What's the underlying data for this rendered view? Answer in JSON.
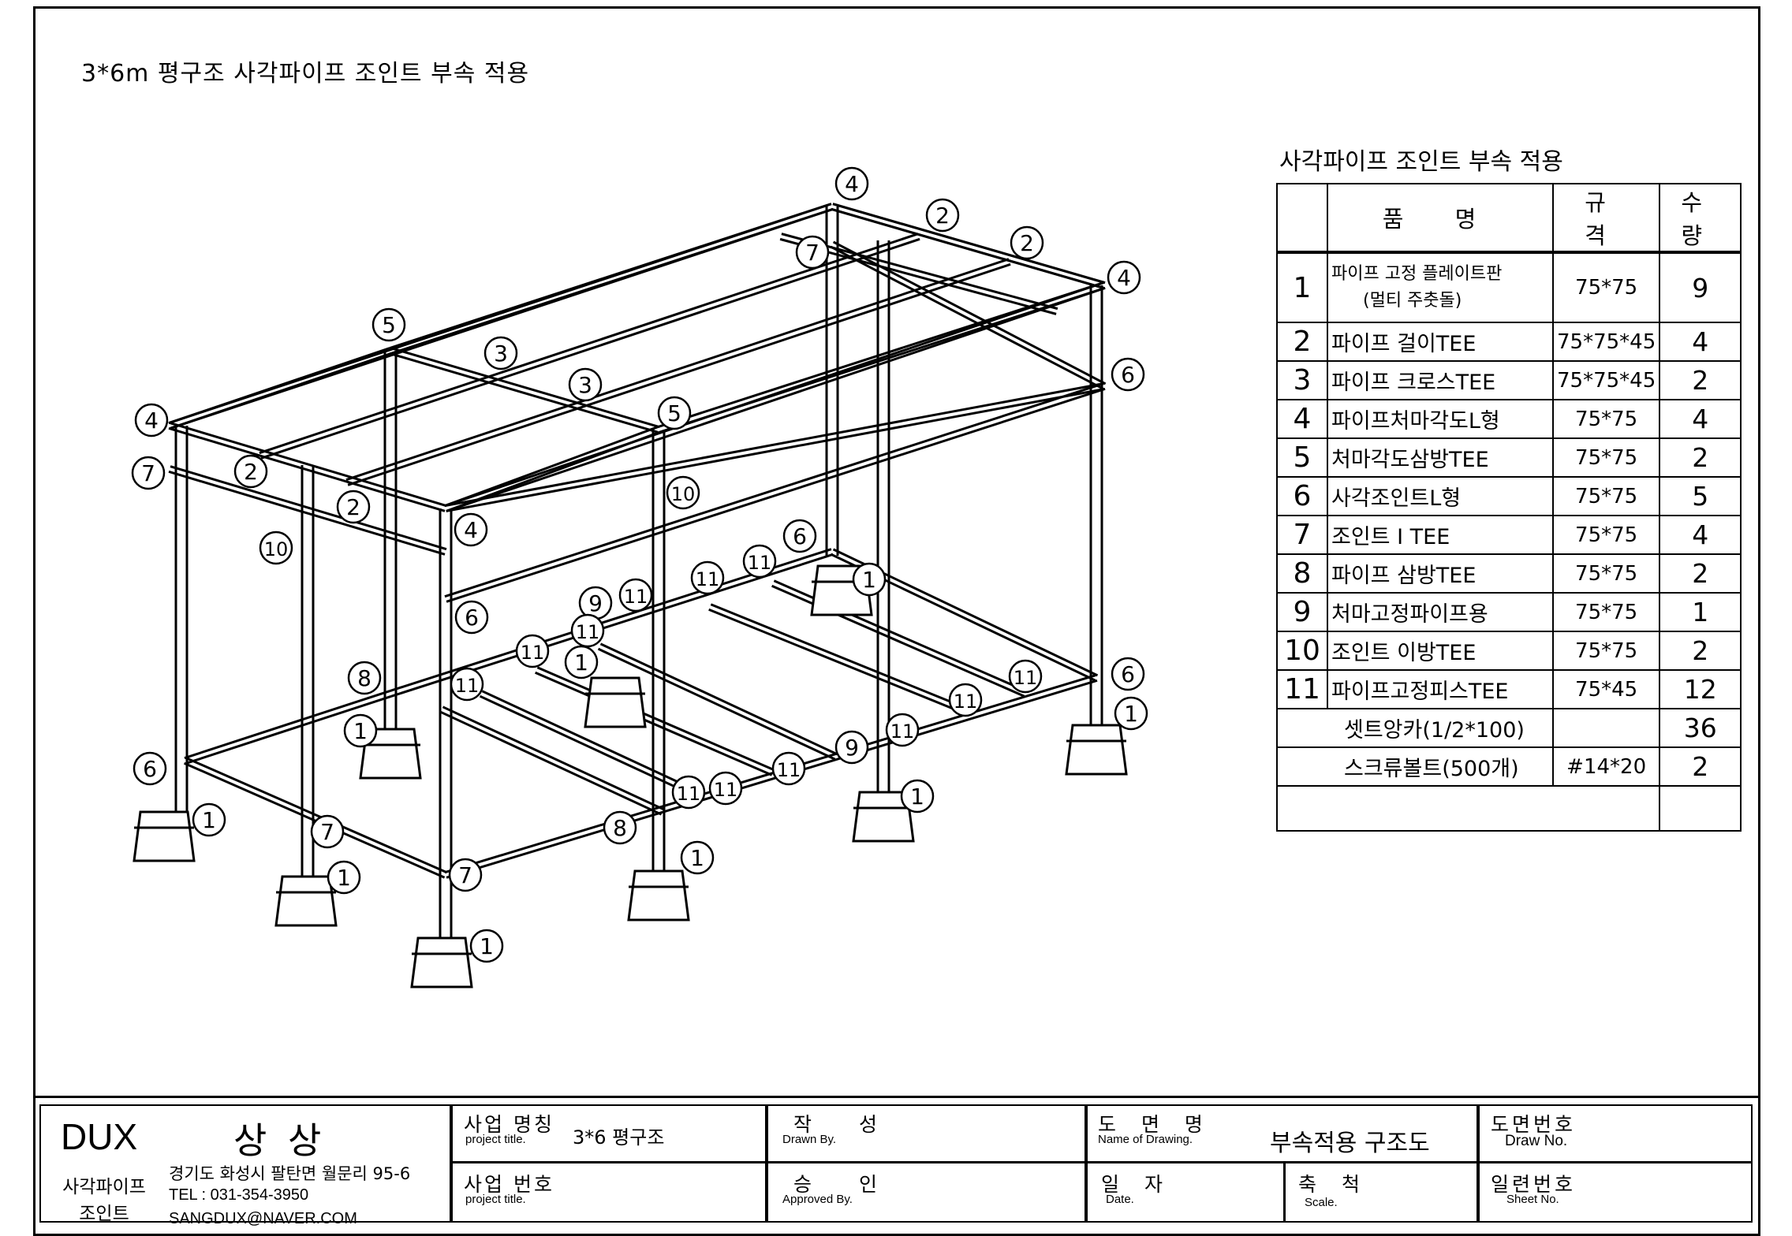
{
  "drawing_title": "3*6m  평구조 사각파이프 조인트 부속 적용",
  "parts_table": {
    "caption": "사각파이프 조인트 부속 적용",
    "headers": {
      "name": "품 명",
      "spec": "규 격",
      "qty": "수 량"
    },
    "rows": [
      {
        "no": "1",
        "name": "파이프 고정 플레이트판",
        "name_sub": "(멀티 주춧돌)",
        "spec": "75*75",
        "qty": "9"
      },
      {
        "no": "2",
        "name": "파이프 걸이TEE",
        "spec": "75*75*45",
        "qty": "4"
      },
      {
        "no": "3",
        "name": "파이프 크로스TEE",
        "spec": "75*75*45",
        "qty": "2"
      },
      {
        "no": "4",
        "name": "파이프처마각도L형",
        "spec": "75*75",
        "qty": "4"
      },
      {
        "no": "5",
        "name": "처마각도삼방TEE",
        "spec": "75*75",
        "qty": "2"
      },
      {
        "no": "6",
        "name": "사각조인트L형",
        "spec": "75*75",
        "qty": "5"
      },
      {
        "no": "7",
        "name": "조인트 I TEE",
        "spec": "75*75",
        "qty": "4"
      },
      {
        "no": "8",
        "name": "파이프 삼방TEE",
        "spec": "75*75",
        "qty": "2"
      },
      {
        "no": "9",
        "name": "처마고정파이프용",
        "spec": "75*75",
        "qty": "1"
      },
      {
        "no": "10",
        "name": "조인트 이방TEE",
        "spec": "75*75",
        "qty": "2"
      },
      {
        "no": "11",
        "name": "파이프고정피스TEE",
        "spec": "75*45",
        "qty": "12"
      }
    ],
    "extra_rows": [
      {
        "name": "셋트앙카(1/2*100)",
        "spec": "",
        "qty": "36"
      },
      {
        "name": "스크류볼트(500개)",
        "spec": "#14*20",
        "qty": "2"
      }
    ]
  },
  "callout_labels": [
    "1",
    "2",
    "3",
    "4",
    "5",
    "6",
    "7",
    "8",
    "9",
    "10",
    "11"
  ],
  "title_block": {
    "company": "DUX",
    "company_kr": "상 상",
    "company_sub": "사각파이프 조인트",
    "address": "경기도 화성시 팔탄면 월문리 95-6",
    "tel": "TEL : 031-354-3950",
    "email": "SANGDUX@NAVER.COM",
    "project_name_label": "사업 명칭",
    "project_name_label_en": "project title.",
    "project_name": "3*6 평구조",
    "project_no_label": "사업 번호",
    "project_no_label_en": "project title.",
    "drawn_label": "작 성",
    "drawn_label_en": "Drawn By.",
    "approved_label": "승 인",
    "approved_label_en": "Approved By.",
    "drawing_name_label": "도 면 명",
    "drawing_name_label_en": "Name of Drawing.",
    "drawing_name": "부속적용 구조도",
    "date_label": "일 자",
    "date_label_en": "Date.",
    "scale_label": "축 척",
    "scale_label_en": "Scale.",
    "draw_no_label": "도면번호",
    "draw_no_label_en": "Draw No.",
    "sheet_no_label": "일련번호",
    "sheet_no_label_en": "Sheet No."
  }
}
